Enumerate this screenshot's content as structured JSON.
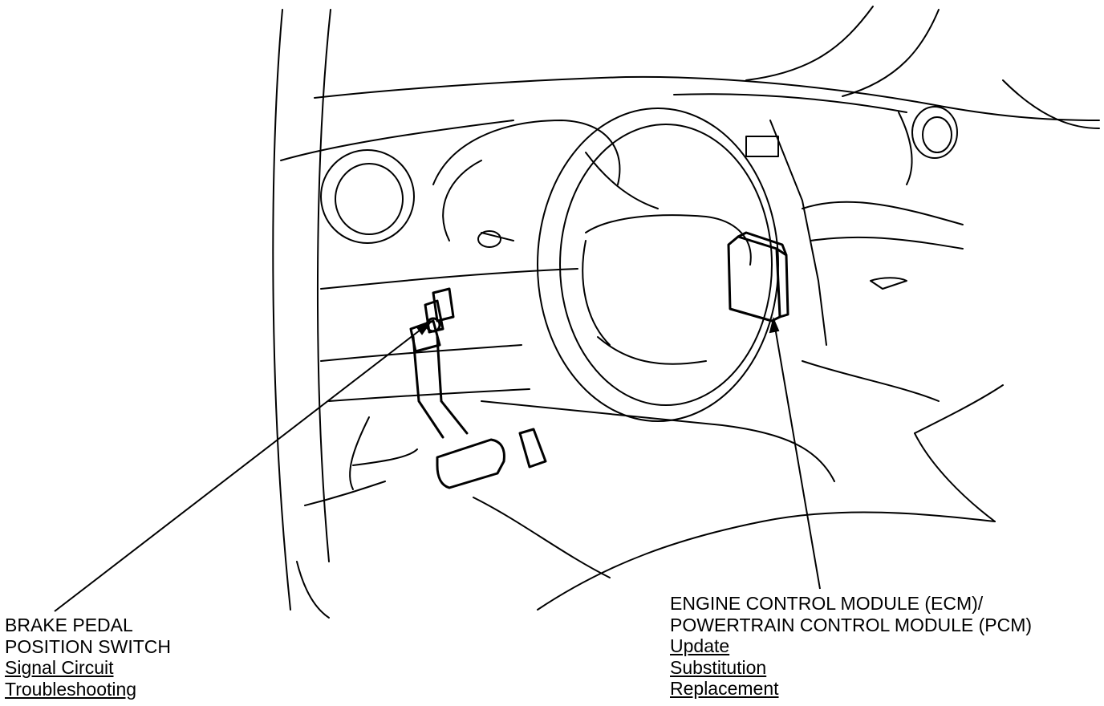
{
  "figure": {
    "callouts": [
      {
        "id": "brake-pedal-position-switch",
        "title_lines": [
          "BRAKE PEDAL",
          "POSITION SWITCH"
        ],
        "links": [
          "Signal Circuit",
          "Troubleshooting"
        ]
      },
      {
        "id": "ecm-pcm",
        "title_lines": [
          "ENGINE CONTROL MODULE (ECM)/",
          "POWERTRAIN CONTROL MODULE (PCM)"
        ],
        "links": [
          "Update",
          "Substitution",
          "Replacement"
        ]
      }
    ]
  }
}
